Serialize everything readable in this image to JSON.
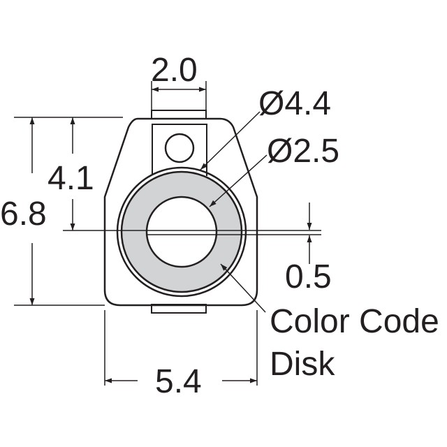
{
  "dimensions": {
    "top_width": "2.0",
    "outer_diameter": "Ø4.4",
    "inner_diameter": "Ø2.5",
    "center_height": "4.1",
    "total_height": "6.8",
    "slot_width": "0.5",
    "bottom_width": "5.4"
  },
  "callout": {
    "line1": "Color Code",
    "line2": "Disk"
  },
  "colors": {
    "ink": "#231f20",
    "disk_fill": "#d1d3d4"
  }
}
